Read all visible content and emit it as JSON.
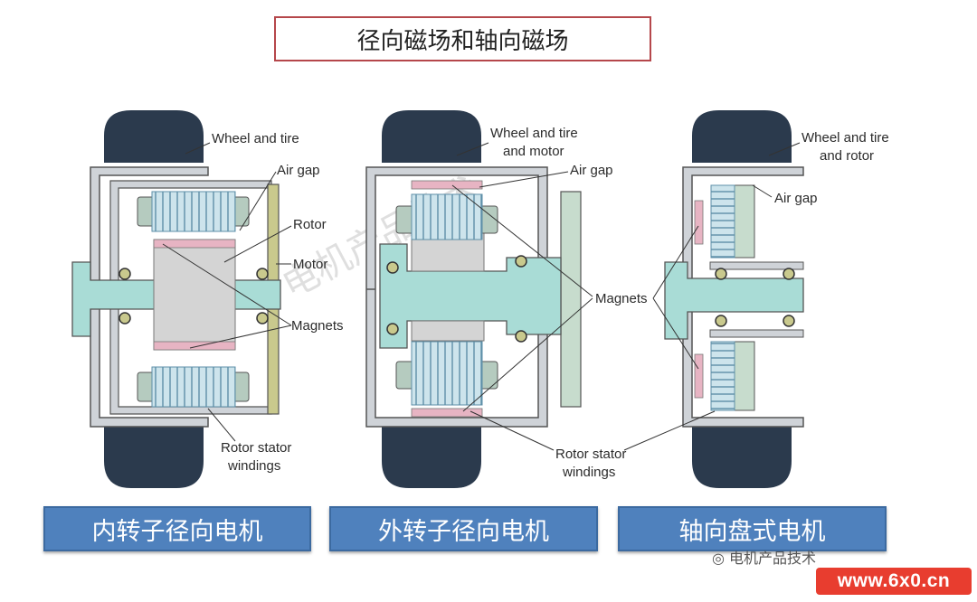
{
  "title": "径向磁场和轴向磁场",
  "labels": {
    "d1_wheel": "Wheel and tire",
    "d1_airgap": "Air gap",
    "d1_rotor": "Rotor",
    "d1_motor": "Motor",
    "d1_magnets": "Magnets",
    "d1_rsw_1": "Rotor stator",
    "d1_rsw_2": "windings",
    "d2_wheel_1": "Wheel and tire",
    "d2_wheel_2": "and motor",
    "d2_airgap": "Air gap",
    "d2_magnets": "Magnets",
    "d2_rsw_1": "Rotor stator",
    "d2_rsw_2": "windings",
    "d3_wheel_1": "Wheel and tire",
    "d3_wheel_2": "and rotor",
    "d3_airgap": "Air gap"
  },
  "captions": [
    "内转子径向电机",
    "外转子径向电机",
    "轴向盘式电机"
  ],
  "watermark": "www.6x0.cn",
  "background_watermark": "电机产品技术",
  "wechat_text": "电机产品技术",
  "colors": {
    "tire": "#2b3a4d",
    "shaft": "#a9dcd6",
    "winding": "#cde4ec",
    "magnet": "#e7b4c3",
    "rotor": "#d4d4d4",
    "housing": "#cfd3d8",
    "motor_bar": "#c9c98d",
    "caption": "#4f81bd",
    "title_border": "#b5474b"
  }
}
